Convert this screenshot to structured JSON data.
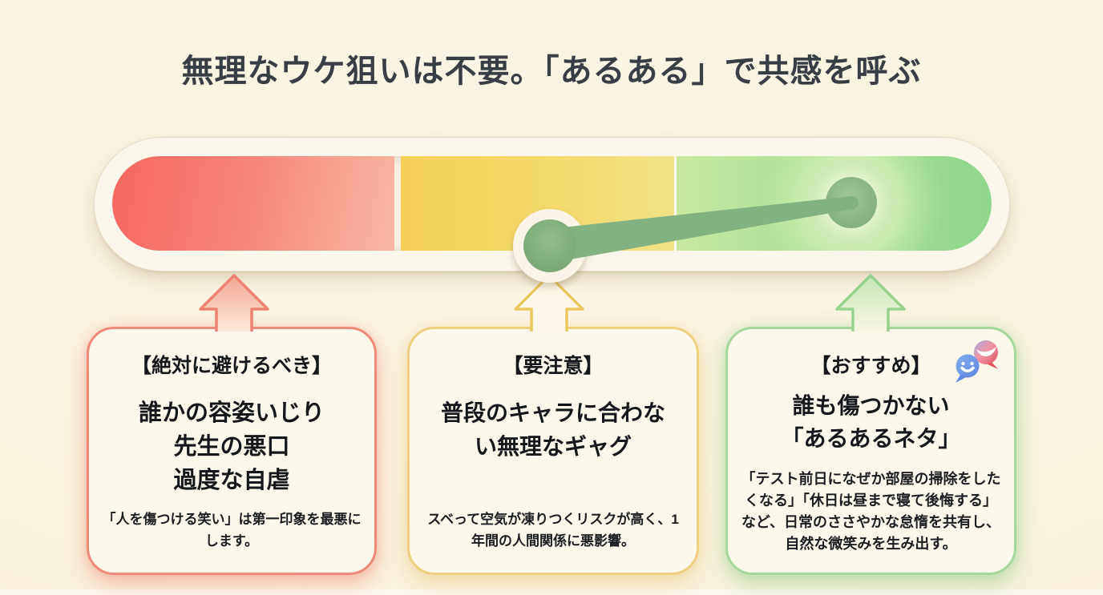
{
  "title": "無理なウケ狙いは不要。「あるある」で共感を呼ぶ",
  "gauge": {
    "name": "humor-risk-meter",
    "pointer_position": "recommend",
    "zones": [
      {
        "id": "avoid",
        "color_start": "#f7675d",
        "color_end": "#f9b7a4"
      },
      {
        "id": "caution",
        "color_start": "#f5d055",
        "color_end": "#f0e386"
      },
      {
        "id": "recommend",
        "color_start": "#c9e9a1",
        "color_end": "#8fd68e"
      }
    ],
    "needle_color": "#84b182"
  },
  "cards": [
    {
      "id": "avoid",
      "accent": "#f0897a",
      "title": "【絶対に避けるべき】",
      "body_lines": [
        "誰かの容姿いじり",
        "先生の悪口",
        "過度な自虐"
      ],
      "note": "「人を傷つける笑い」は第一印象を最悪にします。"
    },
    {
      "id": "caution",
      "accent": "#edcf7e",
      "title": "【要注意】",
      "body_lines": [
        "普段のキャラに合わな",
        "い無理なギャグ"
      ],
      "note": "スベって空気が凍りつくリスクが高く、1年間の人間関係に悪影響。"
    },
    {
      "id": "recommend",
      "accent": "#a6d89e",
      "title": "【おすすめ】",
      "icon": "chat-bubbles-icon",
      "body_lines": [
        "誰も傷つかない",
        "「あるあるネタ」"
      ],
      "note": "「テスト前日になぜか部屋の掃除をしたくなる」「休日は昼まで寝て後悔する」など、日常のささやかな怠惰を共有し、自然な微笑みを生み出す。"
    }
  ]
}
